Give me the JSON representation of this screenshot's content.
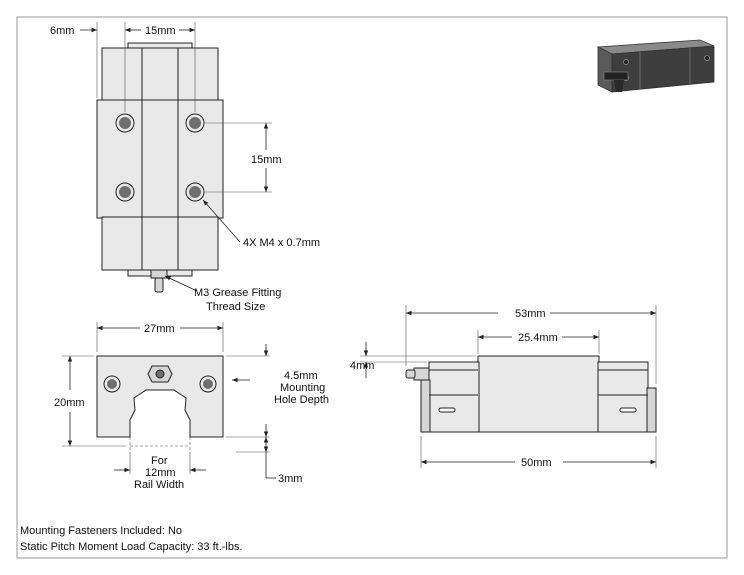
{
  "top_view": {
    "dim_width": "6mm",
    "dim_center": "15mm",
    "dim_hole_spacing": "15mm",
    "hole_callout": "4X M4 x 0.7mm",
    "grease_callout_line1": "M3 Grease Fitting",
    "grease_callout_line2": "Thread Size"
  },
  "end_view": {
    "dim_width": "27mm",
    "dim_height": "20mm",
    "hole_depth_line1": "4.5mm",
    "hole_depth_line2": "Mounting",
    "hole_depth_line3": "Hole Depth",
    "rail_line1": "For",
    "rail_line2": "12mm",
    "rail_line3": "Rail Width",
    "dim_bottom": "3mm"
  },
  "side_view": {
    "dim_overall": "53mm",
    "dim_body": "25.4mm",
    "dim_offset": "4mm",
    "dim_base": "50mm"
  },
  "notes": {
    "fasteners": "Mounting Fasteners Included: No",
    "moment_load": "Static Pitch Moment Load Capacity: 33 ft.-lbs."
  },
  "colors": {
    "part_fill": "#e9e9e9",
    "part_shade": "#d6d6d6",
    "hole_fill": "#6f6f6f"
  }
}
